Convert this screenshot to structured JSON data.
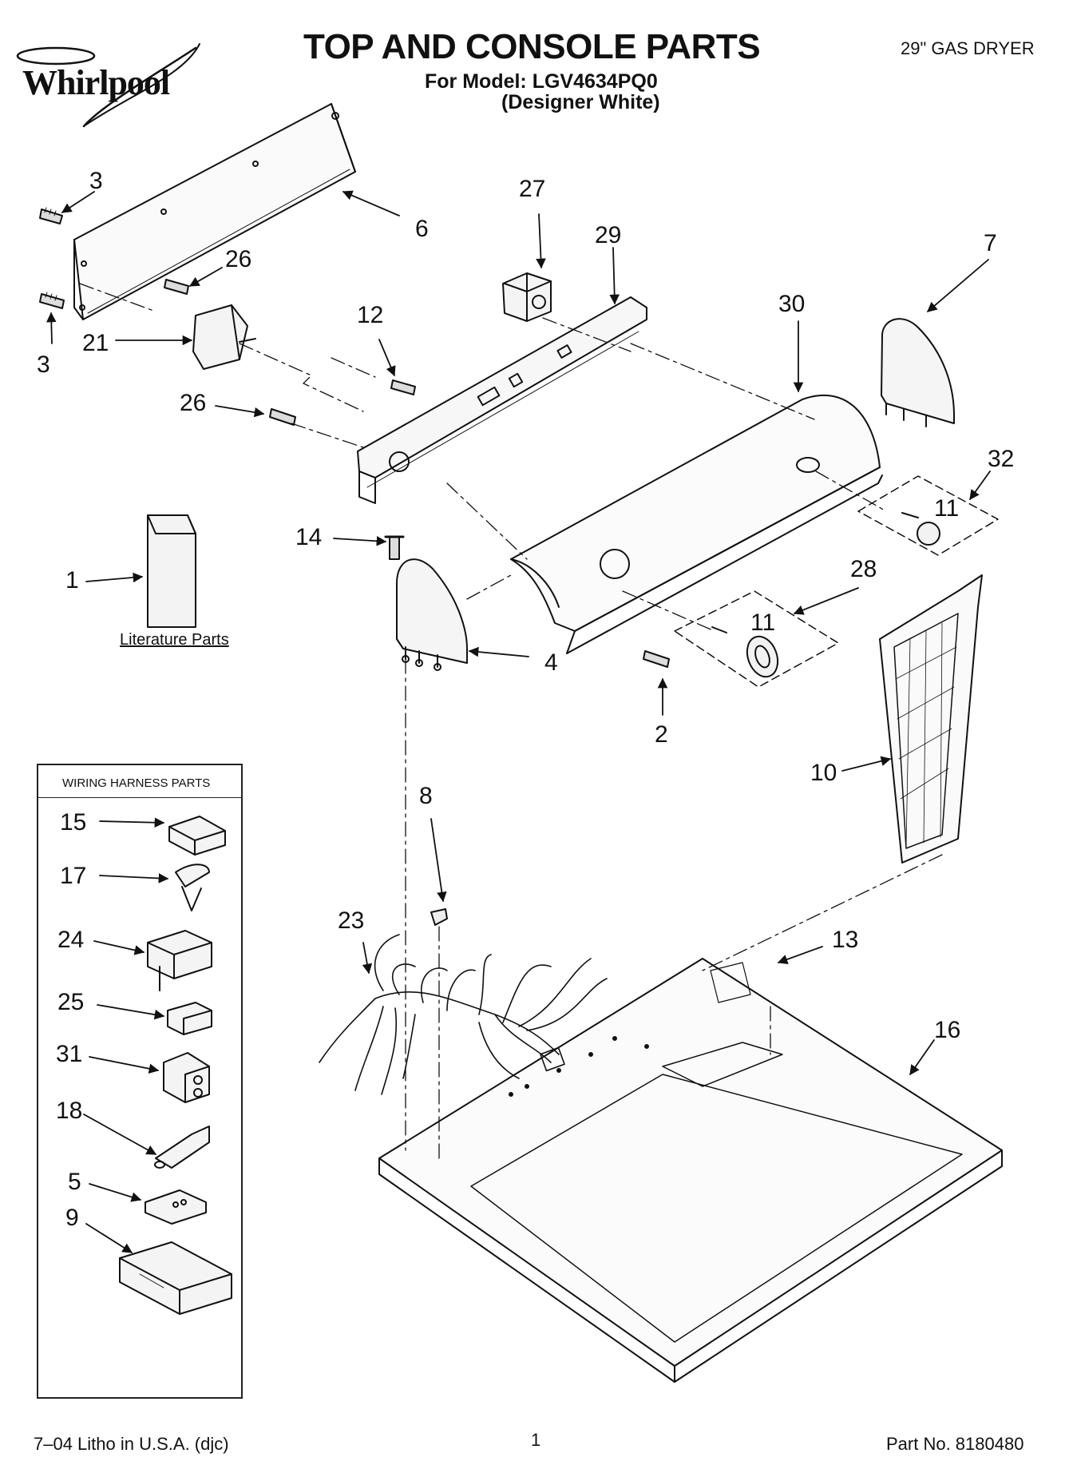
{
  "header": {
    "brand": "Whirlpool",
    "title": "TOP AND CONSOLE PARTS",
    "model": "For Model: LGV4634PQ0",
    "variant": "(Designer White)",
    "product": "29\" GAS DRYER"
  },
  "labels": {
    "literature": "Literature Parts",
    "harness_title": "WIRING HARNESS PARTS"
  },
  "callouts": {
    "c3a": "3",
    "c3b": "3",
    "c6": "6",
    "c26a": "26",
    "c26b": "26",
    "c21": "21",
    "c27": "27",
    "c29": "29",
    "c12": "12",
    "c7": "7",
    "c30": "30",
    "c32": "32",
    "c11a": "11",
    "c11b": "11",
    "c28": "28",
    "c14": "14",
    "c1": "1",
    "c4": "4",
    "c2": "2",
    "c8": "8",
    "c10": "10",
    "c23": "23",
    "c13": "13",
    "c16": "16",
    "c15": "15",
    "c17": "17",
    "c24": "24",
    "c25": "25",
    "c31": "31",
    "c18": "18",
    "c5": "5",
    "c9": "9"
  },
  "footer": {
    "litho": "7–04 Litho in U.S.A. (djc)",
    "page": "1",
    "part_no": "Part No. 8180480"
  }
}
